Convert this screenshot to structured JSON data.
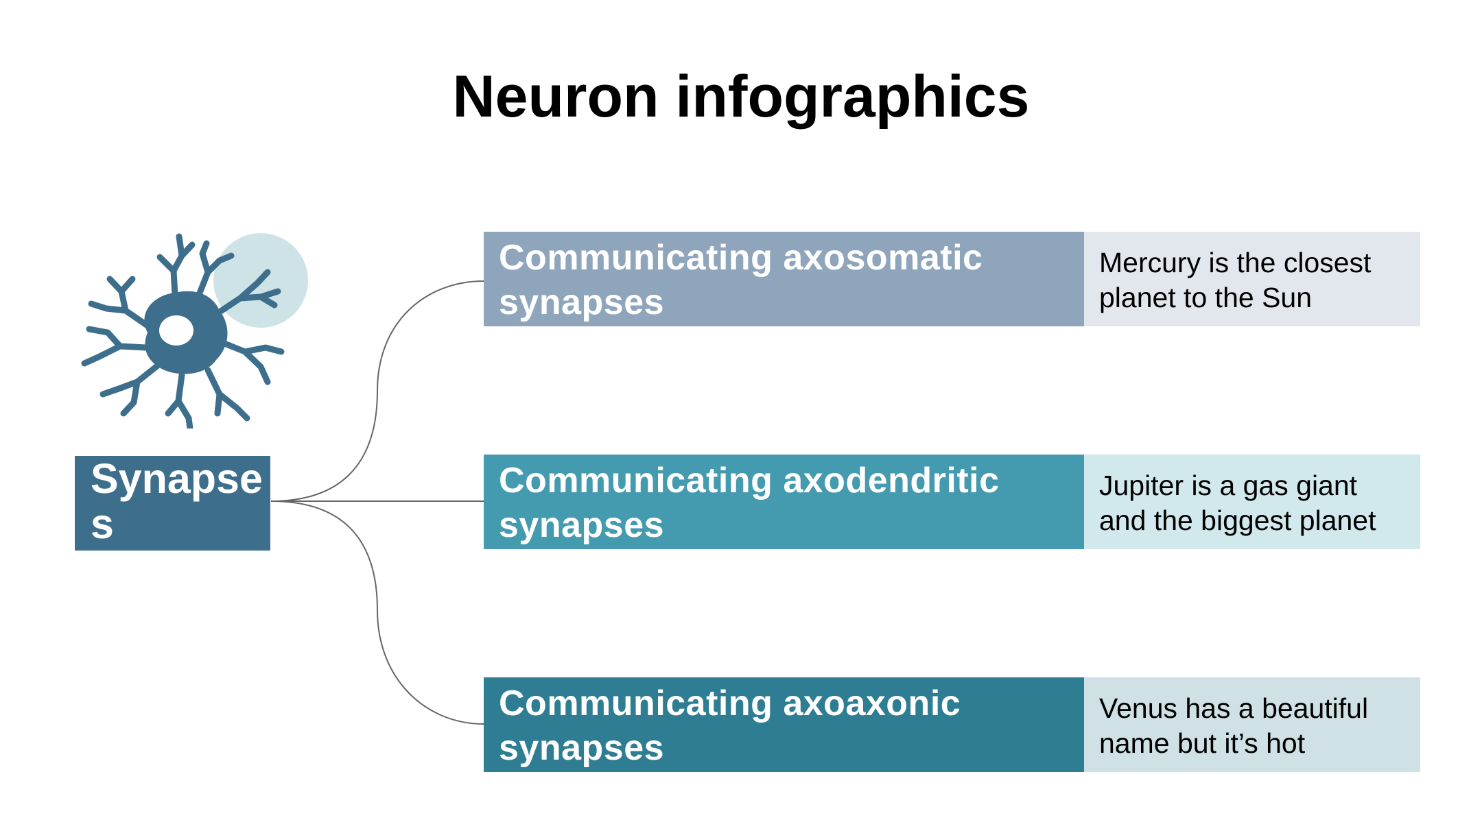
{
  "slide": {
    "title": "Neuron infographics"
  },
  "source": {
    "label": "Synapses",
    "color": "#3d6f8c"
  },
  "neuron_icon": {
    "icon": "neuron-icon",
    "cell_color": "#3d6f8c",
    "accent_circle_color": "#cde3e6"
  },
  "connector_color": "#666666",
  "rows": [
    {
      "title": "Communicating axosomatic synapses",
      "description": "Mercury is the closest planet to the Sun",
      "title_color": "#8fa5bb",
      "desc_color": "#e2e7ee"
    },
    {
      "title": "Communicating axodendritic synapses",
      "description": "Jupiter is a gas giant and the biggest planet",
      "title_color": "#449bb0",
      "desc_color": "#d1e8ec"
    },
    {
      "title": "Communicating axoaxonic synapses",
      "description": "Venus has a beautiful name but it’s hot",
      "title_color": "#2e7d92",
      "desc_color": "#d0e1e5"
    }
  ]
}
